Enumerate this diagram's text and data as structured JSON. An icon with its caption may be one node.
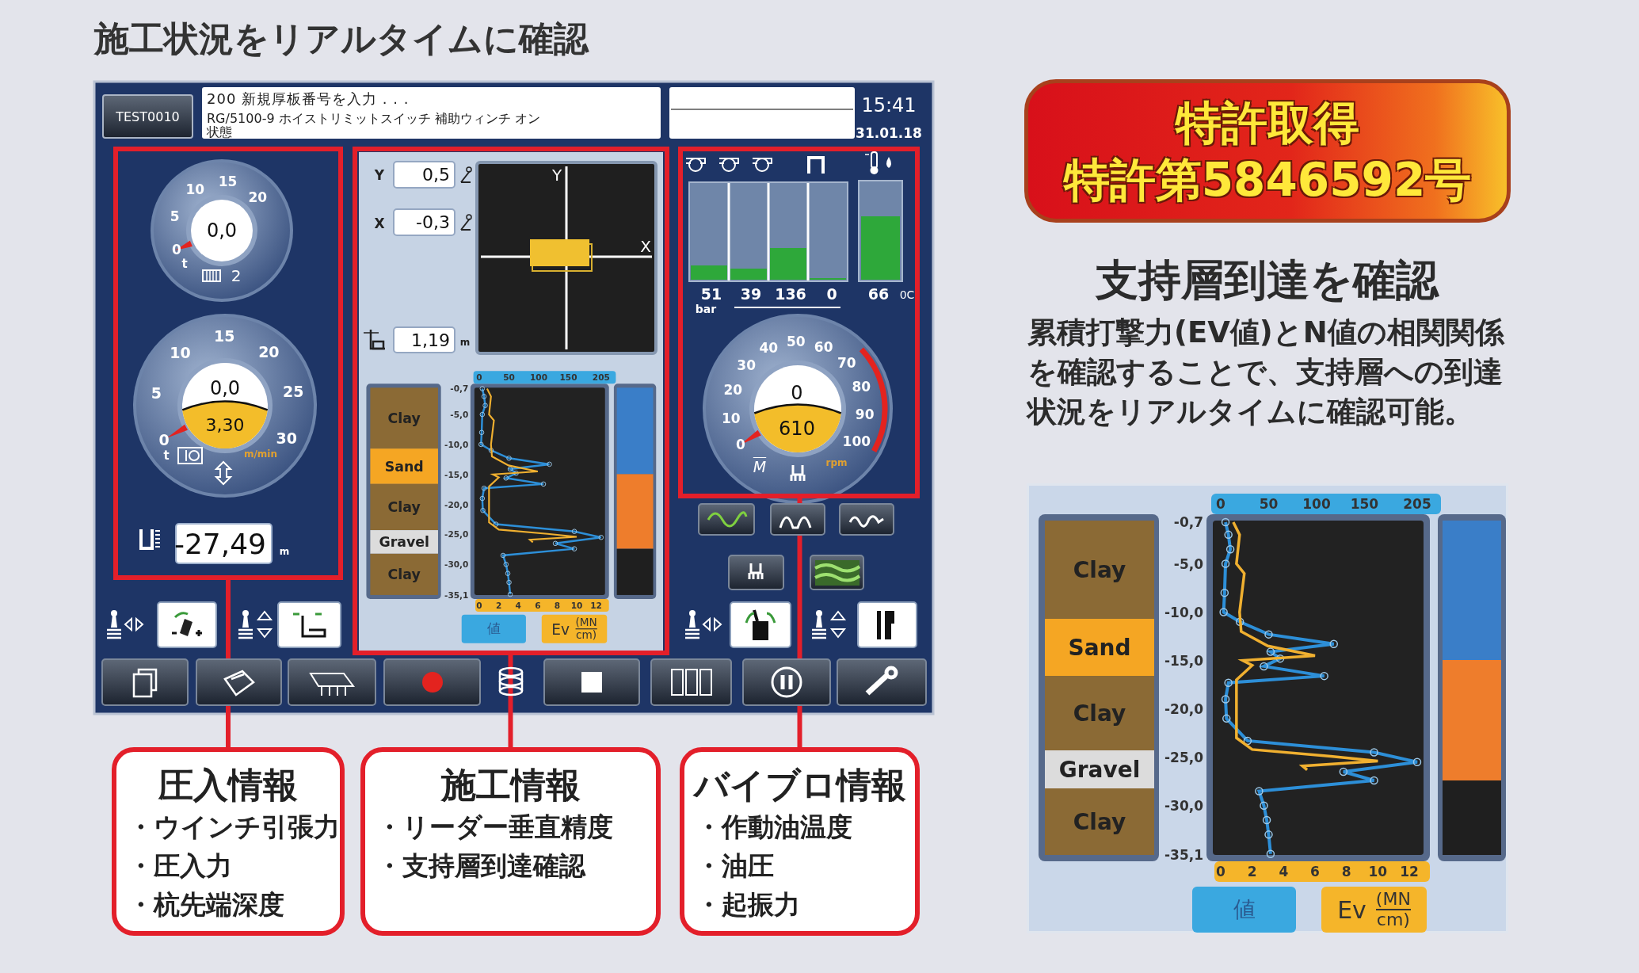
{
  "diagram": {
    "title": "施工状況をリアルタイムに確認",
    "nodes": [
      {
        "text": [],
        "shape": "box"
      },
      {
        "text": [],
        "shape": "box"
      },
      {
        "text": [],
        "shape": "box"
      },
      {
        "text": [
          "圧入情報",
          "・ウインチ引張力",
          "・圧入力",
          "・杭先端深度"
        ]
      },
      {
        "text": [
          "施工情報",
          "・リーダー垂直精度",
          "・支持層到達確認"
        ]
      },
      {
        "text": [
          "バイブロ情報",
          "・作動油温度",
          "・油圧",
          "・起振力"
        ]
      },
      {
        "text": [
          "特許取得",
          "特許第5846592号"
        ]
      }
    ],
    "edges": [
      {
        "from": 3,
        "to": 0,
        "arrow": "none"
      },
      {
        "from": 4,
        "to": 1,
        "arrow": "none"
      },
      {
        "from": 5,
        "to": 2,
        "arrow": "none"
      }
    ],
    "labels": [
      "TEST0010",
      "200 新規厚板番号を入力 . . .",
      "RG/5100-9 ホイストリミットスイッチ 補助ウィンチ オン状態",
      "15:41",
      "31.01.18",
      "0,0",
      "0",
      "5",
      "10",
      "15",
      "20",
      "t",
      "2",
      "0,0",
      "3,30",
      "0",
      "5",
      "10",
      "15",
      "20",
      "25",
      "30",
      "t",
      "m/min",
      "-27,49",
      "m",
      "Y",
      "0,5",
      "X",
      "-0,3",
      "Y",
      "X",
      "1,19",
      "m",
      "0",
      "50",
      "100",
      "150",
      "205",
      "-0,7",
      "-5,0",
      "-10,0",
      "-15,0",
      "-20,0",
      "-25,0",
      "-30,0",
      "-35,1",
      "0",
      "2",
      "4",
      "6",
      "8",
      "10",
      "12",
      "Clay",
      "Sand",
      "Clay",
      "Gravel",
      "Clay",
      "値",
      "Ev",
      "(MN",
      "cm)",
      "51",
      "39",
      "136",
      "0",
      "bar",
      "66",
      "0C",
      "0",
      "610",
      "0",
      "10",
      "20",
      "30",
      "40",
      "50",
      "60",
      "70",
      "80",
      "90",
      "100",
      "M",
      "rpm",
      "支持層到達を確認",
      "累積打撃力(EV値)とN値の相関関係を確認することで、支持層への到達状況をリアルタイムに確認可能。",
      "0",
      "50",
      "100",
      "150",
      "205",
      "-0,7",
      "-5,0",
      "-10,0",
      "-15,0",
      "-20,0",
      "-25,0",
      "-30,0",
      "-35,1",
      "0",
      "2",
      "4",
      "6",
      "8",
      "10",
      "12",
      "Clay",
      "Sand",
      "Clay",
      "Gravel",
      "Clay",
      "値",
      "Ev",
      "(MN",
      "cm)"
    ]
  }
}
